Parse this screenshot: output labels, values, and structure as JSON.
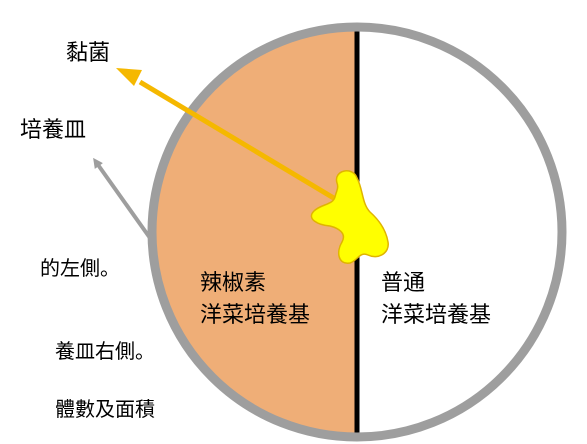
{
  "labels": {
    "slime_mold": "黏菌",
    "petri_dish": "培養皿",
    "left_medium_line1": "辣椒素",
    "left_medium_line2": "洋菜培養基",
    "right_medium_line1": "普通",
    "right_medium_line2": "洋菜培養基"
  },
  "cut_off_text": [
    "的左側。",
    "養皿右側。",
    "體數及面積"
  ],
  "colors": {
    "dish_rim": "#9e9e9e",
    "capsaicin_agar": "#efae77",
    "plain_agar": "#ffffff",
    "divider": "#000000",
    "slime_mold": "#ffff00",
    "slime_arrow": "#f5b800",
    "dish_arrow": "#9e9e9e"
  }
}
